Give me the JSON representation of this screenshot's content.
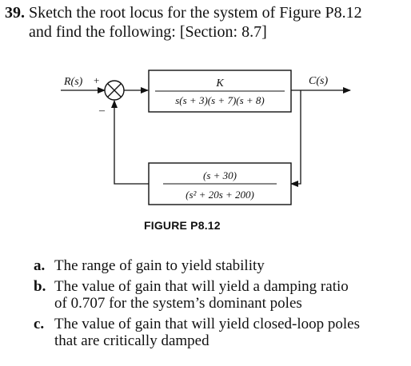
{
  "problem": {
    "number": "39.",
    "statement_line1": "Sketch the root locus for the system of Figure P8.12",
    "statement_line2": "and find the following: [Section: 8.7]"
  },
  "diagram": {
    "input_label": "R(s)",
    "plus_sign": "+",
    "minus_sign": "–",
    "output_label": "C(s)",
    "forward_numerator": "K",
    "forward_denominator": "s(s + 3)(s + 7)(s + 8)",
    "feedback_numerator": "(s + 30)",
    "feedback_denominator": "(s² + 20s + 200)"
  },
  "figure_caption": "FIGURE P8.12",
  "questions": [
    {
      "letter": "a.",
      "line1": "The range of gain to yield stability",
      "line2": ""
    },
    {
      "letter": "b.",
      "line1": "The value of gain that will yield a damping ratio",
      "line2": "of 0.707 for the system’s dominant poles"
    },
    {
      "letter": "c.",
      "line1": "The value of gain that will yield closed-loop poles",
      "line2": "that are critically damped"
    }
  ]
}
